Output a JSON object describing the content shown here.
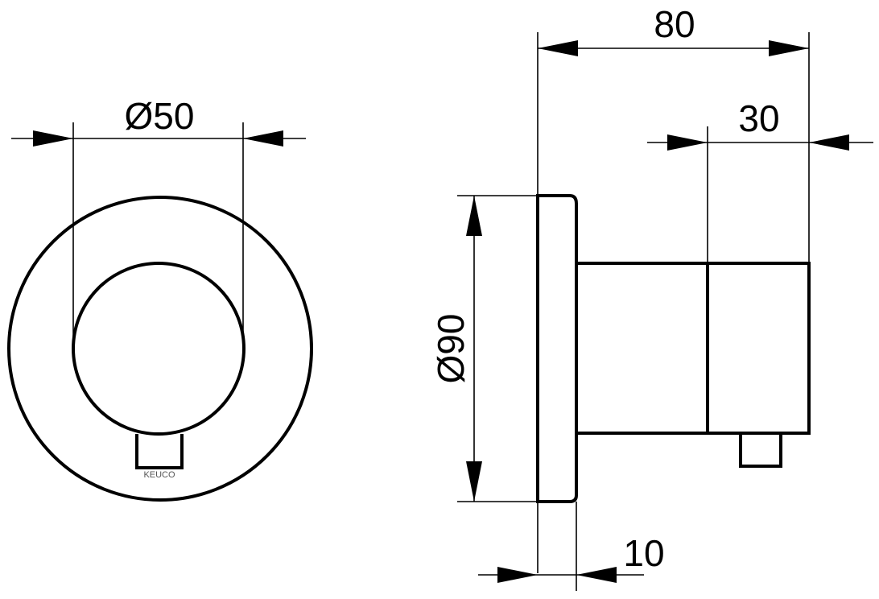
{
  "dimensions": {
    "knob_diameter": "Ø50",
    "rosette_diameter": "Ø90",
    "total_depth": "80",
    "handle_length": "30",
    "rosette_thickness": "10"
  },
  "brand_mark": "KEUCO",
  "colors": {
    "line": "#000000",
    "background": "#ffffff"
  }
}
